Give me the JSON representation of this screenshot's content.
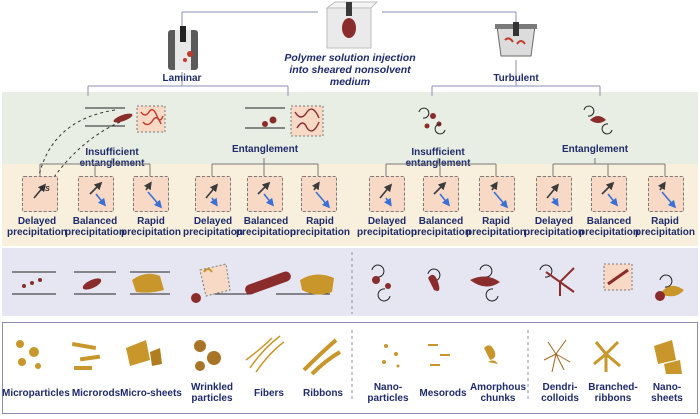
{
  "header": {
    "title": "Polymer solution injection into sheared nonsolvent medium",
    "laminar": "Laminar",
    "turbulent": "Turbulent"
  },
  "entanglement_row": {
    "laminar_insufficient": "Insufficient entanglement",
    "laminar_entanglement": "Entanglement",
    "turbulent_insufficient": "Insufficient entanglement",
    "turbulent_entanglement": "Entanglement"
  },
  "ns_label": "NS",
  "precipitation": [
    "Delayed precipitation",
    "Balanced precipitation",
    "Rapid precipitation",
    "Delayed precipitation",
    "Balanced precipitation",
    "Rapid precipitation",
    "Delayed precipitation",
    "Balanced precipitation",
    "Rapid precipitation",
    "Delayed precipitation",
    "Balanced precipitation",
    "Rapid precipitation"
  ],
  "products": [
    "Microparticles",
    "Microrods",
    "Micro-sheets",
    "Wrinkled particles",
    "Fibers",
    "Ribbons",
    "Nano-particles",
    "Mesorods",
    "Amorphous chunks",
    "Dendri-colloids",
    "Branched-ribbons",
    "Nano-sheets"
  ],
  "colors": {
    "green_band": "#e8eee3",
    "cream_band": "#f8f0dc",
    "lavender_band": "#e6e6f2",
    "text": "#1f2b6b",
    "polymer": "#8b2c2c",
    "gold": "#c8962a"
  }
}
